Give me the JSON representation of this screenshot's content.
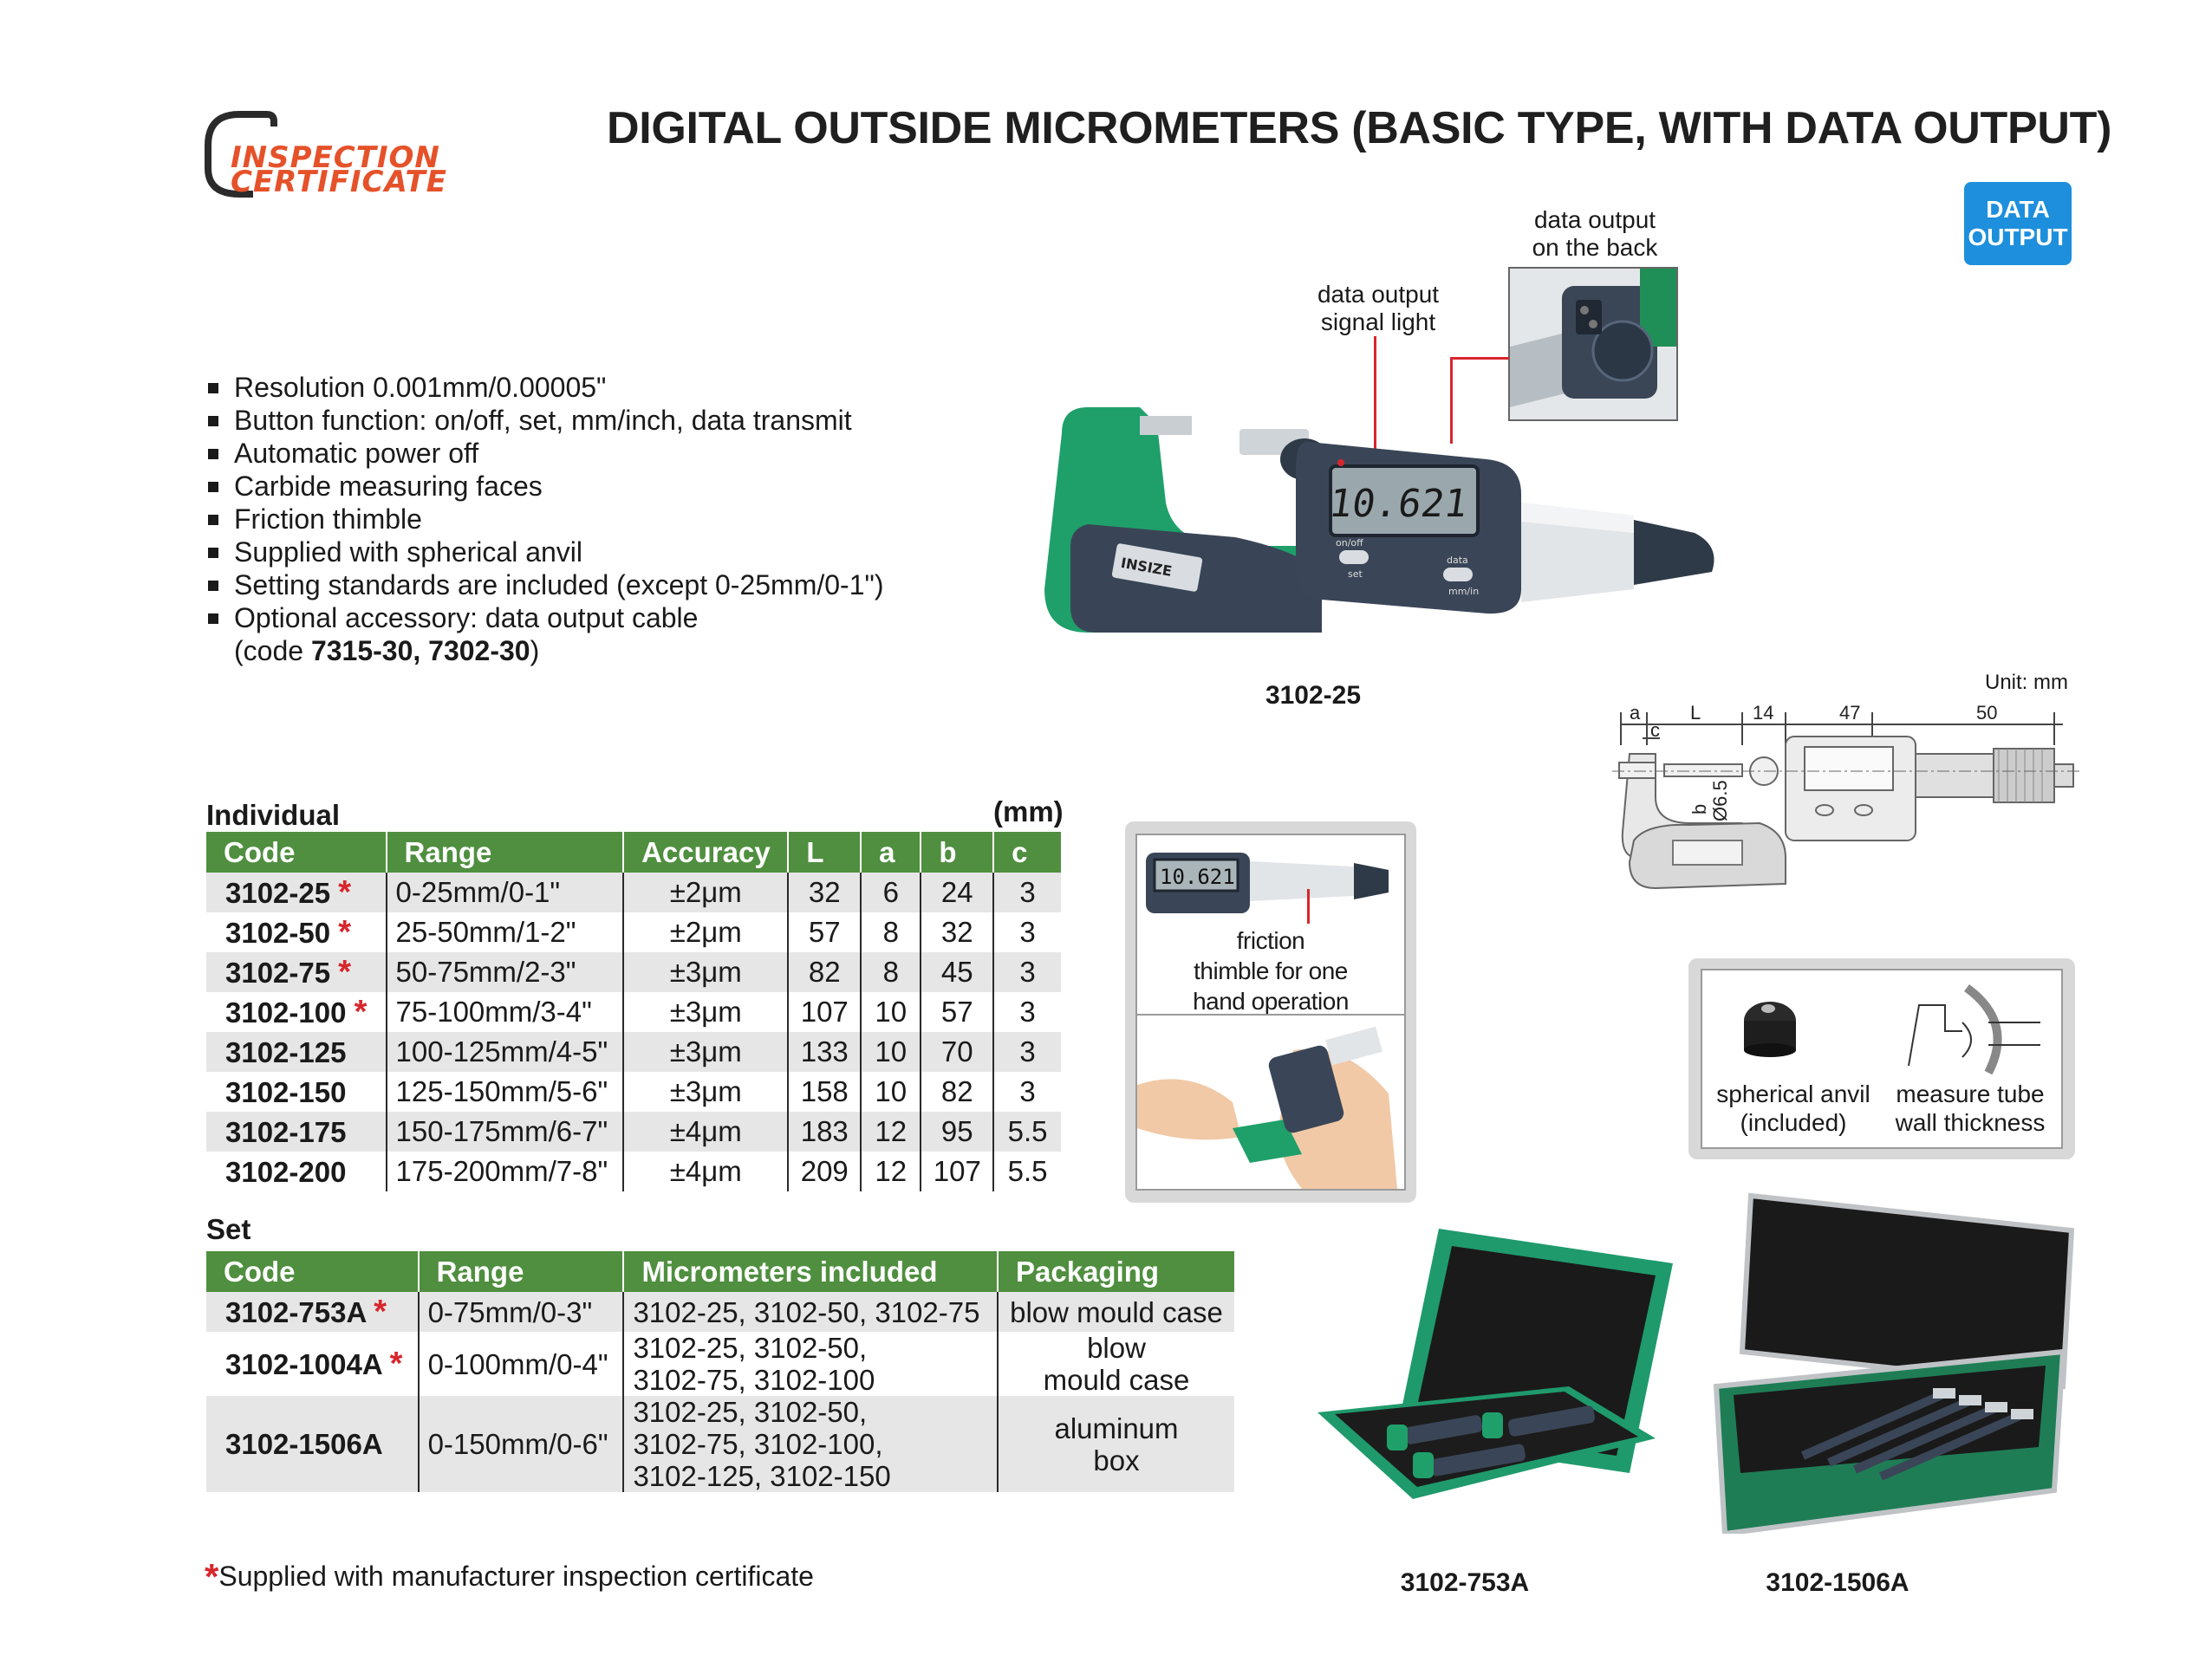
{
  "header": {
    "logo_line1": "INSPECTION",
    "logo_line2": "CERTIFICATE",
    "title": "DIGITAL OUTSIDE MICROMETERS (BASIC TYPE, WITH DATA OUTPUT)",
    "badge_line1": "DATA",
    "badge_line2": "OUTPUT"
  },
  "features": [
    "Resolution 0.001mm/0.00005\"",
    "Button function: on/off, set, mm/inch, data transmit",
    "Automatic power off",
    "Carbide measuring faces",
    "Friction thimble",
    "Supplied with spherical anvil",
    "Setting standards are included (except 0-25mm/0-1\")",
    "Optional accessory: data output cable"
  ],
  "features_cont": {
    "prefix": "(code ",
    "codes": "7315-30, 7302-30",
    "suffix": ")"
  },
  "product_image": {
    "callout_back_1": "data output",
    "callout_back_2": "on the back",
    "callout_light_1": "data output",
    "callout_light_2": "signal light",
    "display_value": "10.621",
    "brand": "INSIZE",
    "btn_onoff": "on/off",
    "btn_set": "set",
    "btn_data": "data",
    "btn_mmin": "mm/in",
    "caption": "3102-25"
  },
  "drawing": {
    "unit": "Unit: mm",
    "dim_a": "a",
    "dim_L": "L",
    "dim_14": "14",
    "dim_47": "47",
    "dim_50": "50",
    "dim_c": "c",
    "dim_b": "b",
    "dim_d": "Ø6.5"
  },
  "friction_box": {
    "display_value": "10.621",
    "line1": "friction",
    "line2": "thimble for one",
    "line3": "hand operation"
  },
  "anvil_box": {
    "left_1": "spherical anvil",
    "left_2": "(included)",
    "right_1": "measure tube",
    "right_2": "wall thickness"
  },
  "individual": {
    "label": "Individual",
    "unit": "(mm)",
    "columns": [
      "Code",
      "Range",
      "Accuracy",
      "L",
      "a",
      "b",
      "c"
    ],
    "rows": [
      {
        "code": "3102-25",
        "star": "*",
        "range": "0-25mm/0-1\"",
        "acc": "±2μm",
        "L": "32",
        "a": "6",
        "b": "24",
        "c": "3"
      },
      {
        "code": "3102-50",
        "star": "*",
        "range": "25-50mm/1-2\"",
        "acc": "±2μm",
        "L": "57",
        "a": "8",
        "b": "32",
        "c": "3"
      },
      {
        "code": "3102-75",
        "star": "*",
        "range": "50-75mm/2-3\"",
        "acc": "±3μm",
        "L": "82",
        "a": "8",
        "b": "45",
        "c": "3"
      },
      {
        "code": "3102-100",
        "star": "*",
        "range": "75-100mm/3-4\"",
        "acc": "±3μm",
        "L": "107",
        "a": "10",
        "b": "57",
        "c": "3"
      },
      {
        "code": "3102-125",
        "star": "",
        "range": "100-125mm/4-5\"",
        "acc": "±3μm",
        "L": "133",
        "a": "10",
        "b": "70",
        "c": "3"
      },
      {
        "code": "3102-150",
        "star": "",
        "range": "125-150mm/5-6\"",
        "acc": "±3μm",
        "L": "158",
        "a": "10",
        "b": "82",
        "c": "3"
      },
      {
        "code": "3102-175",
        "star": "",
        "range": "150-175mm/6-7\"",
        "acc": "±4μm",
        "L": "183",
        "a": "12",
        "b": "95",
        "c": "5.5"
      },
      {
        "code": "3102-200",
        "star": "",
        "range": "175-200mm/7-8\"",
        "acc": "±4μm",
        "L": "209",
        "a": "12",
        "b": "107",
        "c": "5.5"
      }
    ]
  },
  "set": {
    "label": "Set",
    "columns": [
      "Code",
      "Range",
      "Micrometers included",
      "Packaging"
    ],
    "rows": [
      {
        "code": "3102-753A",
        "star": "*",
        "range": "0-75mm/0-3\"",
        "included": [
          "3102-25, 3102-50, 3102-75"
        ],
        "packaging": [
          "blow mould case"
        ]
      },
      {
        "code": "3102-1004A",
        "star": "*",
        "range": "0-100mm/0-4\"",
        "included": [
          "3102-25, 3102-50,",
          "3102-75, 3102-100"
        ],
        "packaging": [
          "blow",
          "mould case"
        ]
      },
      {
        "code": "3102-1506A",
        "star": "",
        "range": "0-150mm/0-6\"",
        "included": [
          "3102-25, 3102-50,",
          "3102-75, 3102-100,",
          "3102-125, 3102-150"
        ],
        "packaging": [
          "aluminum",
          "box"
        ]
      }
    ]
  },
  "footnote": {
    "star": "*",
    "text": "Supplied with manufacturer inspection certificate"
  },
  "case_captions": {
    "left": "3102-753A",
    "right": "3102-1506A"
  }
}
